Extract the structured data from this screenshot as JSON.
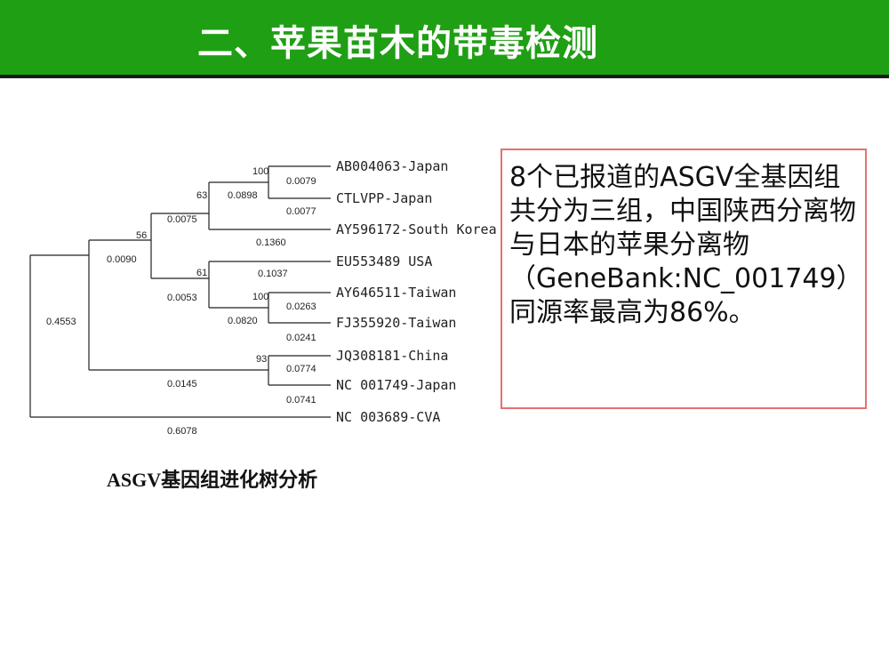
{
  "header": {
    "title": "二、苹果苗木的带毒检测",
    "accent_color": "#1f9f14"
  },
  "tree": {
    "leaves": [
      "AB004063-Japan",
      "CTLVPP-Japan",
      "AY596172-South Korea",
      "EU553489 USA",
      "AY646511-Taiwan",
      "FJ355920-Taiwan",
      "JQ308181-China",
      "NC 001749-Japan",
      "NC 003689-CVA"
    ],
    "bootstrap": {
      "n100a": "100",
      "n63": "63",
      "n56": "56",
      "n61": "61",
      "n100b": "100",
      "n93": "93"
    },
    "branch_lengths": {
      "b0079": "0.0079",
      "b0077": "0.0077",
      "b0898": "0.0898",
      "b0075": "0.0075",
      "b1360": "0.1360",
      "b0090": "0.0090",
      "b1037": "0.1037",
      "b0053": "0.0053",
      "b0263": "0.0263",
      "b0820": "0.0820",
      "b0241": "0.0241",
      "b4553": "0.4553",
      "b0774": "0.0774",
      "b0145": "0.0145",
      "b0741": "0.0741",
      "b6078": "0.6078"
    }
  },
  "caption": "ASGV基因组进化树分析",
  "note": {
    "text": "8个已报道的ASGV全基因组共分为三组，中国陕西分离物与日本的苹果分离物（GeneBank:NC_001749）同源率最高为86%。",
    "border_color": "#e87070"
  }
}
